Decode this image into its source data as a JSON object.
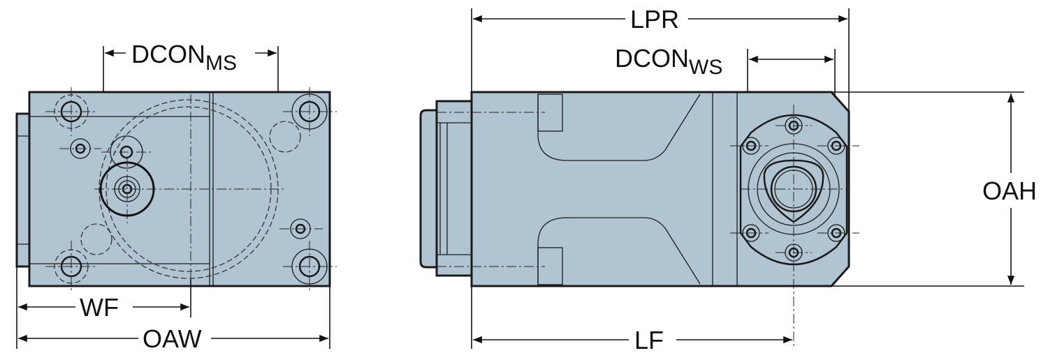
{
  "colors": {
    "body_fill": "#b0c4d2",
    "line": "#1a1a1a"
  },
  "dimensions": {
    "dcon_ms": {
      "main": "DCON",
      "sub": "MS"
    },
    "wf": "WF",
    "oaw": "OAW",
    "lpr": "LPR",
    "dcon_ws": {
      "main": "DCON",
      "sub": "WS"
    },
    "oah": "OAH",
    "lf": "LF"
  }
}
